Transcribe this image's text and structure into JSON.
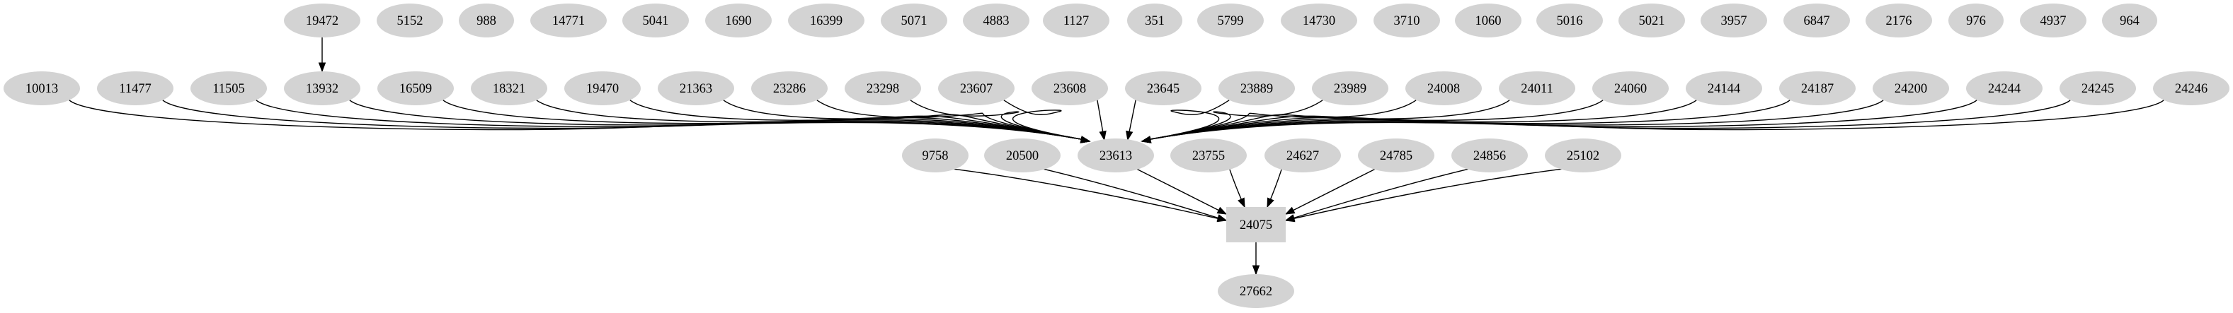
{
  "graph": {
    "type": "directed-graph",
    "node_fill": "#d3d3d3",
    "edge_color": "#000000",
    "ranks": [
      [
        "19472",
        "5152",
        "988",
        "14771",
        "5041",
        "1690",
        "16399",
        "5071",
        "4883",
        "1127",
        "351",
        "5799",
        "14730",
        "3710",
        "1060",
        "5016",
        "5021",
        "3957",
        "6847",
        "2176",
        "976",
        "4937",
        "964"
      ],
      [
        "10013",
        "11477",
        "11505",
        "13932",
        "16509",
        "18321",
        "19470",
        "21363",
        "23286",
        "23298",
        "23607",
        "23608",
        "23645",
        "23889",
        "23989",
        "24008",
        "24011",
        "24060",
        "24144",
        "24187",
        "24200",
        "24244",
        "24245",
        "24246"
      ],
      [
        "9758",
        "20500",
        "23613",
        "23755",
        "24627",
        "24785",
        "24856",
        "25102"
      ],
      [
        "24075"
      ],
      [
        "27662"
      ]
    ],
    "box_nodes": [
      "24075"
    ],
    "edges": [
      [
        "19472",
        "13932"
      ],
      [
        "10013",
        "23613"
      ],
      [
        "11477",
        "23613"
      ],
      [
        "11505",
        "23613"
      ],
      [
        "13932",
        "23613"
      ],
      [
        "16509",
        "23613"
      ],
      [
        "18321",
        "23613"
      ],
      [
        "19470",
        "23613"
      ],
      [
        "21363",
        "23613"
      ],
      [
        "23286",
        "23613"
      ],
      [
        "23298",
        "23613"
      ],
      [
        "23607",
        "23613"
      ],
      [
        "23608",
        "23613"
      ],
      [
        "23645",
        "23613"
      ],
      [
        "23889",
        "23613"
      ],
      [
        "23989",
        "23613"
      ],
      [
        "24008",
        "23613"
      ],
      [
        "24011",
        "23613"
      ],
      [
        "24060",
        "23613"
      ],
      [
        "24144",
        "23613"
      ],
      [
        "24187",
        "23613"
      ],
      [
        "24200",
        "23613"
      ],
      [
        "24244",
        "23613"
      ],
      [
        "24245",
        "23613"
      ],
      [
        "24246",
        "23613"
      ],
      [
        "9758",
        "24075"
      ],
      [
        "20500",
        "24075"
      ],
      [
        "23613",
        "24075"
      ],
      [
        "23755",
        "24075"
      ],
      [
        "24627",
        "24075"
      ],
      [
        "24785",
        "24075"
      ],
      [
        "24856",
        "24075"
      ],
      [
        "25102",
        "24075"
      ],
      [
        "24075",
        "27662"
      ]
    ]
  }
}
